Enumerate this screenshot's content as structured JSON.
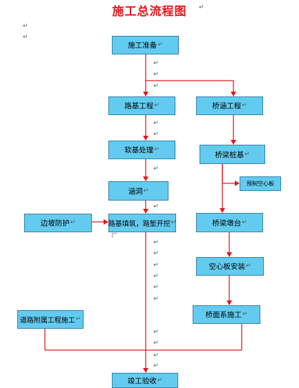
{
  "title": "施工总流程图",
  "paragraph_mark": "↵",
  "nodes": {
    "prep": "施工准备",
    "subgrade": "路基工程",
    "bridge_culvert": "桥涵工程",
    "soft_base": "软基处理",
    "culvert": "涵洞",
    "pile": "桥梁桩基",
    "precast": "预制空心板",
    "slope": "边坡防护",
    "fill_cut": "路基填筑，路堑开挖",
    "pier": "桥梁墩台",
    "hollow_slab": "空心板安装",
    "road_aux": "道路附属工程施工",
    "deck": "桥面系施工",
    "acceptance": "竣工验收"
  },
  "colors": {
    "title": "#e8161b",
    "box_fill": "#63cbf0",
    "box_border": "#2f7fa8",
    "arrow": "#e8161b"
  }
}
